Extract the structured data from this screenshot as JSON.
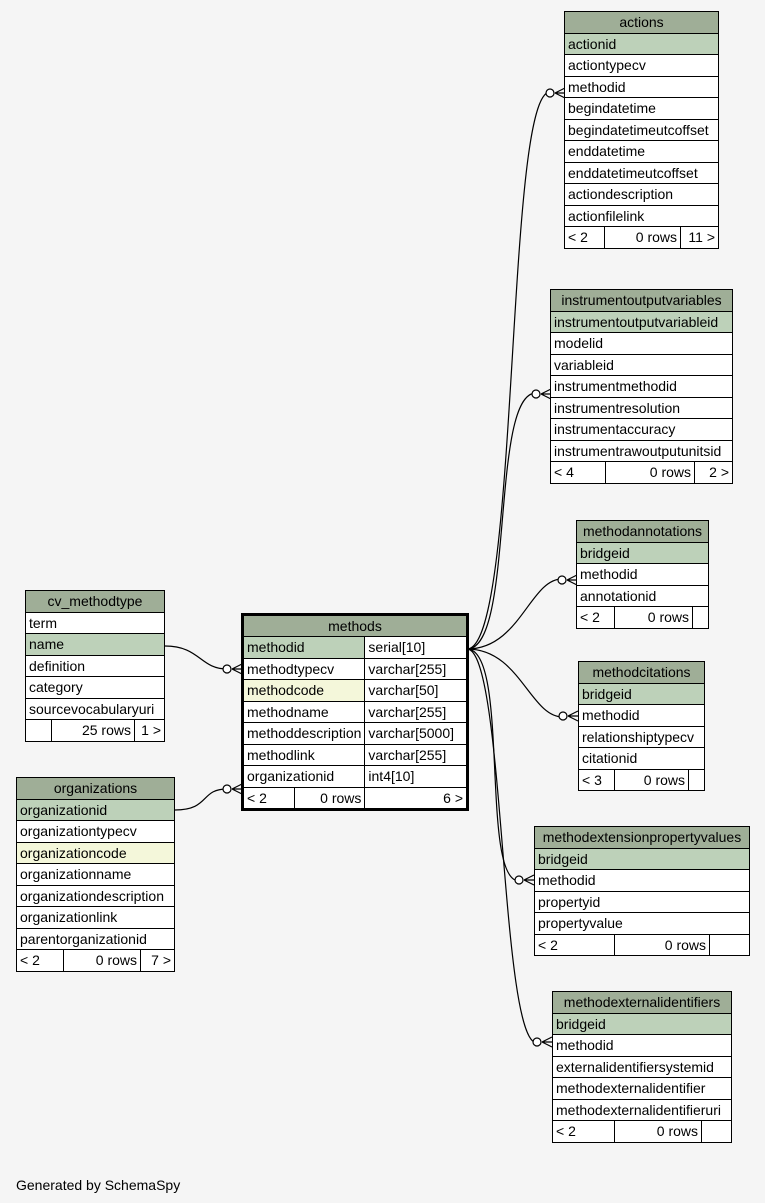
{
  "footer": "Generated by SchemaSpy",
  "tables": {
    "actions": {
      "name": "actions",
      "columns": [
        "actionid",
        "actiontypecv",
        "methodid",
        "begindatetime",
        "begindatetimeutcoffset",
        "enddatetime",
        "enddatetimeutcoffset",
        "actiondescription",
        "actionfilelink"
      ],
      "footer": [
        "< 2",
        "0 rows",
        "11 >"
      ]
    },
    "iov": {
      "name": "instrumentoutputvariables",
      "columns": [
        "instrumentoutputvariableid",
        "modelid",
        "variableid",
        "instrumentmethodid",
        "instrumentresolution",
        "instrumentaccuracy",
        "instrumentrawoutputunitsid"
      ],
      "footer": [
        "< 4",
        "0 rows",
        "2 >"
      ]
    },
    "annotations": {
      "name": "methodannotations",
      "columns": [
        "bridgeid",
        "methodid",
        "annotationid"
      ],
      "footer": [
        "< 2",
        "0 rows",
        ""
      ]
    },
    "citations": {
      "name": "methodcitations",
      "columns": [
        "bridgeid",
        "methodid",
        "relationshiptypecv",
        "citationid"
      ],
      "footer": [
        "< 3",
        "0 rows",
        ""
      ]
    },
    "extprops": {
      "name": "methodextensionpropertyvalues",
      "columns": [
        "bridgeid",
        "methodid",
        "propertyid",
        "propertyvalue"
      ],
      "footer": [
        "< 2",
        "0 rows",
        ""
      ]
    },
    "extids": {
      "name": "methodexternalidentifiers",
      "columns": [
        "bridgeid",
        "methodid",
        "externalidentifiersystemid",
        "methodexternalidentifier",
        "methodexternalidentifieruri"
      ],
      "footer": [
        "< 2",
        "0 rows",
        ""
      ]
    },
    "methodtype": {
      "name": "cv_methodtype",
      "columns": [
        "term",
        "name",
        "definition",
        "category",
        "sourcevocabularyuri"
      ],
      "footer": [
        "",
        "25 rows",
        "1 >"
      ]
    },
    "orgs": {
      "name": "organizations",
      "columns": [
        "organizationid",
        "organizationtypecv",
        "organizationcode",
        "organizationname",
        "organizationdescription",
        "organizationlink",
        "parentorganizationid"
      ],
      "footer": [
        "< 2",
        "0 rows",
        "7 >"
      ]
    },
    "methods": {
      "name": "methods",
      "columns": [
        {
          "name": "methodid",
          "type": "serial[10]"
        },
        {
          "name": "methodtypecv",
          "type": "varchar[255]"
        },
        {
          "name": "methodcode",
          "type": "varchar[50]"
        },
        {
          "name": "methodname",
          "type": "varchar[255]"
        },
        {
          "name": "methoddescription",
          "type": "varchar[5000]"
        },
        {
          "name": "methodlink",
          "type": "varchar[255]"
        },
        {
          "name": "organizationid",
          "type": "int4[10]"
        }
      ],
      "footer": [
        "< 2",
        "0 rows",
        "6 >"
      ]
    }
  }
}
